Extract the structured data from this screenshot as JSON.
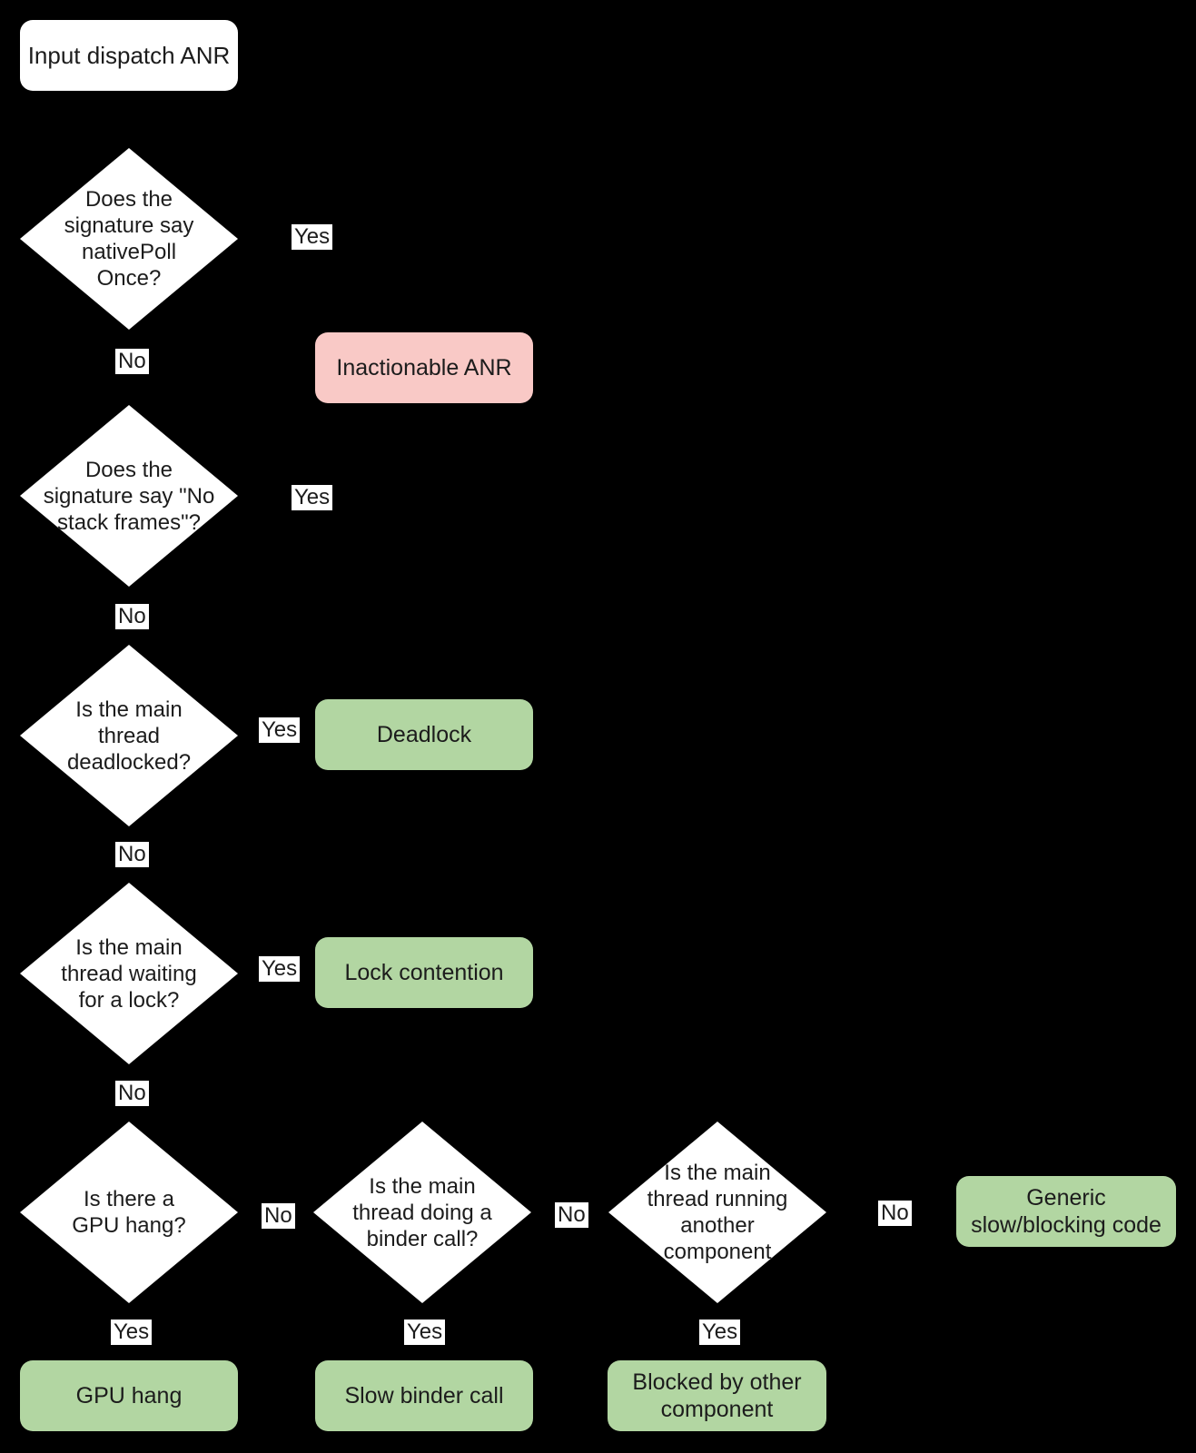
{
  "flowchart": {
    "title_node": "Input dispatch ANR",
    "colors": {
      "background": "#000000",
      "node_fill": "#ffffff",
      "bad_fill": "#f9c9c6",
      "good_fill": "#b2d6a2",
      "text": "#1c1c1c"
    },
    "nodes": {
      "start": "Input dispatch ANR",
      "d1": "Does the signature say nativePoll Once?",
      "d2": "Does the signature say \"No stack frames\"?",
      "d3": "Is the main thread deadlocked?",
      "d4": "Is the main thread waiting for a lock?",
      "d5": "Is there a GPU hang?",
      "d6": "Is the main thread doing a binder call?",
      "d7": "Is the main thread running another component",
      "inactionable": "Inactionable ANR",
      "deadlock": "Deadlock",
      "lock_contention": "Lock contention",
      "generic": "Generic slow/blocking code",
      "gpu_hang": "GPU hang",
      "slow_binder": "Slow binder call",
      "blocked": "Blocked by other component"
    },
    "edge_labels": [
      {
        "decision": "d1",
        "side": "right",
        "label": "Yes"
      },
      {
        "decision": "d1",
        "side": "bottom",
        "label": "No"
      },
      {
        "decision": "d2",
        "side": "right",
        "label": "Yes"
      },
      {
        "decision": "d2",
        "side": "bottom",
        "label": "No"
      },
      {
        "decision": "d3",
        "side": "right",
        "label": "Yes"
      },
      {
        "decision": "d3",
        "side": "bottom",
        "label": "No"
      },
      {
        "decision": "d4",
        "side": "right",
        "label": "Yes"
      },
      {
        "decision": "d4",
        "side": "bottom",
        "label": "No"
      },
      {
        "decision": "d5",
        "side": "right",
        "label": "No"
      },
      {
        "decision": "d5",
        "side": "bottom",
        "label": "Yes"
      },
      {
        "decision": "d6",
        "side": "right",
        "label": "No"
      },
      {
        "decision": "d6",
        "side": "bottom",
        "label": "Yes"
      },
      {
        "decision": "d7",
        "side": "right",
        "label": "No"
      },
      {
        "decision": "d7",
        "side": "bottom",
        "label": "Yes"
      }
    ]
  }
}
